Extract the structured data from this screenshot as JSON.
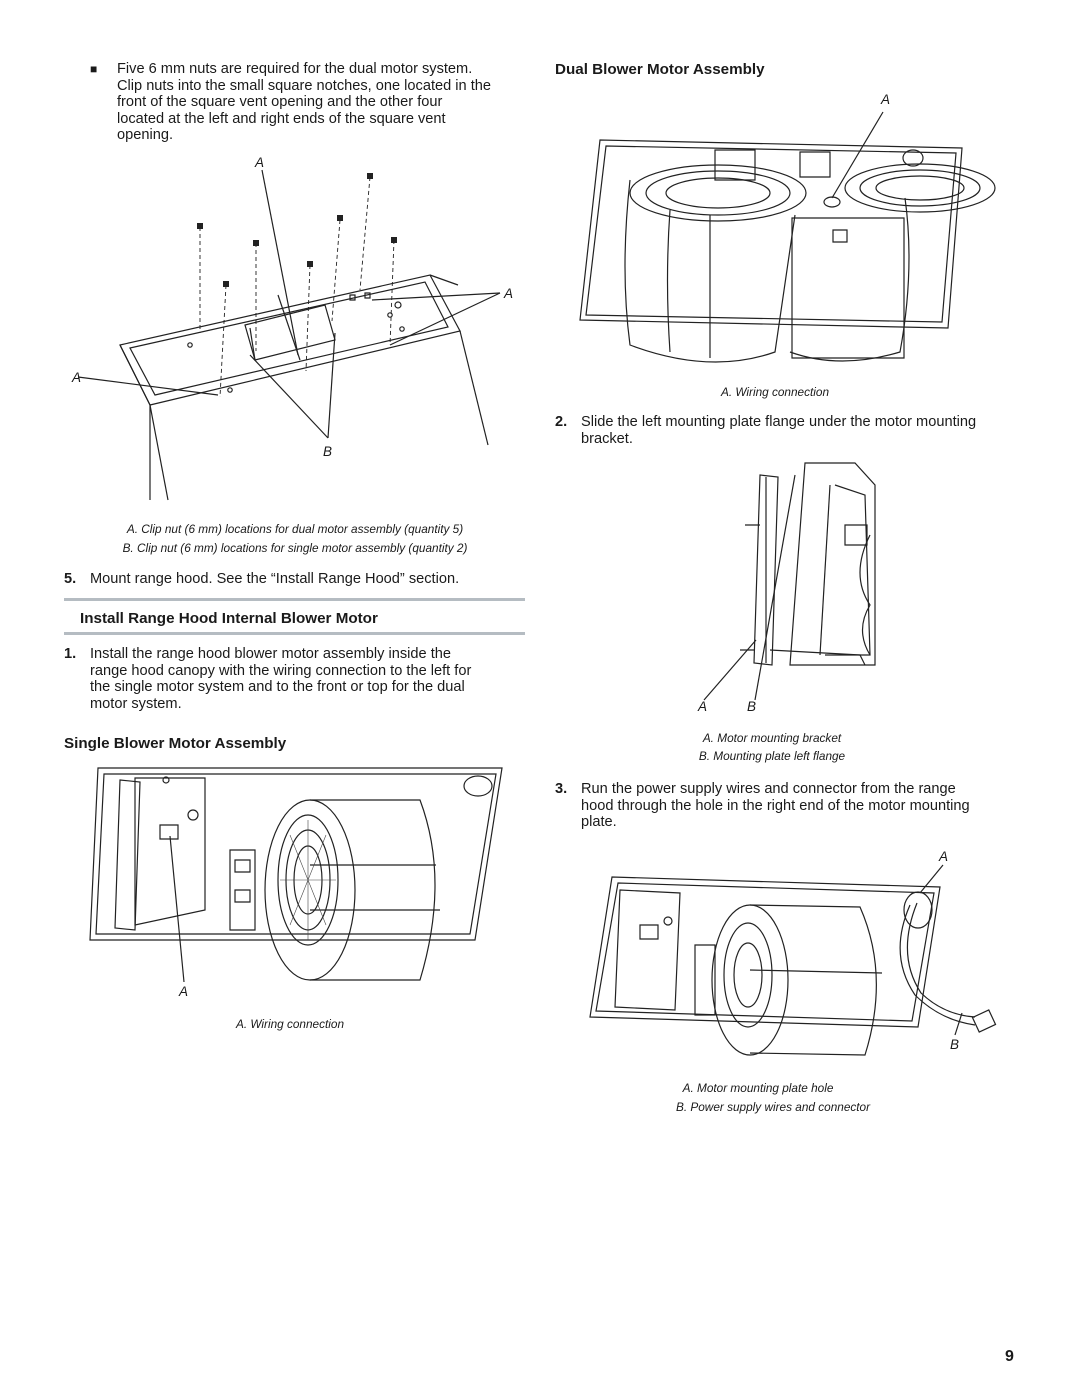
{
  "left": {
    "bullet": {
      "marker": "■",
      "text_lines": [
        "Five 6 mm nuts are required for the dual motor system.",
        "Clip nuts into the small square notches, one located in the",
        "front of the square vent opening and the other four",
        "located at the left and right ends of the square vent",
        "opening."
      ]
    },
    "fig1": {
      "label_a": "A",
      "label_b": "B",
      "caption_a": "A. Clip nut (6 mm) locations for dual motor assembly (quantity 5)",
      "caption_b": "B. Clip nut (6 mm) locations for single motor assembly (quantity 2)"
    },
    "step5": {
      "num": "5.",
      "text": "Mount range hood. See the “Install Range Hood” section."
    },
    "section_heading": "Install Range Hood Internal Blower Motor",
    "step1": {
      "num": "1.",
      "text_lines": [
        "Install the range hood blower motor assembly inside the",
        "range hood canopy with the wiring connection to the left for",
        "the single motor system and to the front or top for the dual",
        "motor system."
      ]
    },
    "single_heading": "Single Blower Motor Assembly",
    "fig_single": {
      "label_a": "A",
      "caption": "A. Wiring connection"
    }
  },
  "right": {
    "dual_heading": "Dual Blower Motor Assembly",
    "fig_dual": {
      "label_a": "A",
      "caption": "A. Wiring connection"
    },
    "step2": {
      "num": "2.",
      "text_lines": [
        "Slide the left mounting plate flange under the motor mounting",
        "bracket."
      ]
    },
    "fig_flange": {
      "label_a": "A",
      "label_b": "B",
      "caption_a": "A. Motor mounting bracket",
      "caption_b": "B. Mounting plate left flange"
    },
    "step3": {
      "num": "3.",
      "text_lines": [
        "Run the power supply wires and connector from the range",
        "hood through the hole in the right end of the motor mounting",
        "plate."
      ]
    },
    "fig_wires": {
      "label_a": "A",
      "label_b": "B",
      "caption_a": "A. Motor mounting plate hole",
      "caption_b": "B. Power supply wires and connector"
    }
  },
  "page_number": "9"
}
